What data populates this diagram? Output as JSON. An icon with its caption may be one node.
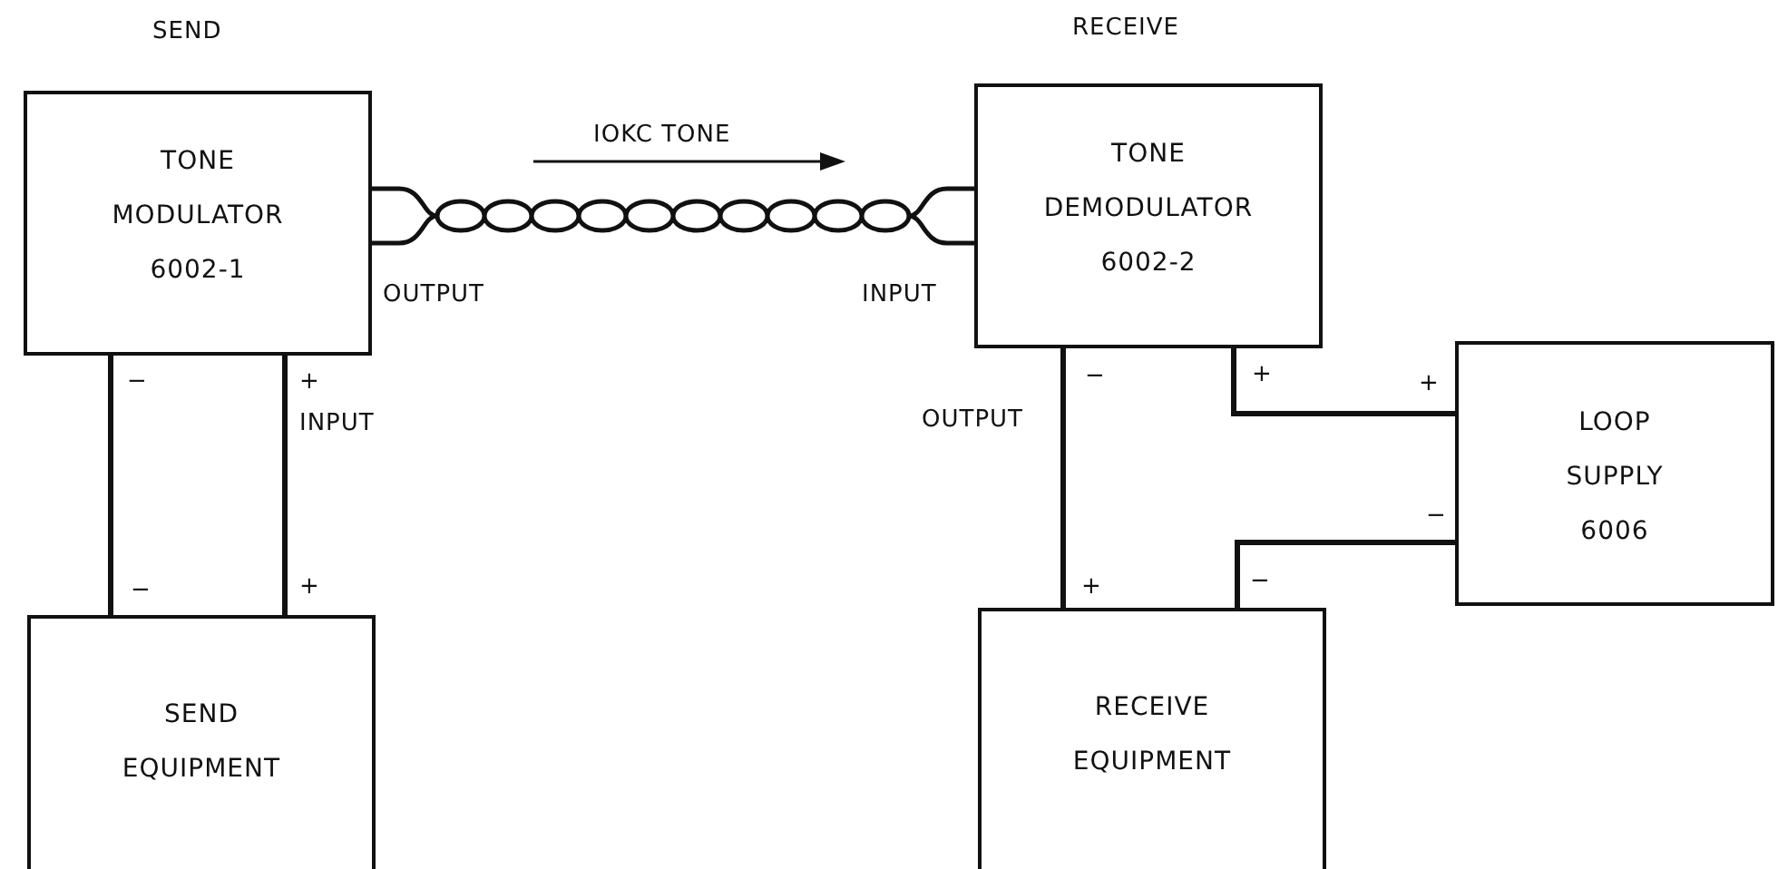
{
  "diagram": {
    "nodes": [
      {
        "text": [
          "TONE MODULATOR 6002-1"
        ]
      },
      {
        "text": [
          "TONE DEMODULATOR 6002-2"
        ]
      },
      {
        "text": [
          "LOOP SUPPLY 6006"
        ]
      },
      {
        "text": [
          "SEND EQUIPMENT"
        ]
      },
      {
        "text": [
          "RECEIVE EQUIPMENT"
        ]
      }
    ],
    "edges": [
      {
        "from": 0,
        "to": 1,
        "arrow": "none"
      },
      {
        "from": 0,
        "to": 3,
        "arrow": "none"
      },
      {
        "from": 0,
        "to": 3,
        "arrow": "none"
      },
      {
        "from": 1,
        "to": 4,
        "arrow": "none"
      },
      {
        "from": 1,
        "to": 2,
        "arrow": "none"
      },
      {
        "from": 2,
        "to": 4,
        "arrow": "none"
      }
    ],
    "labels": [
      "SEND",
      "RECEIVE",
      "IOKC TONE",
      "OUTPUT",
      "INPUT",
      "−",
      "+",
      "−",
      "+",
      "+",
      "INPUT",
      "OUTPUT",
      "−",
      "−",
      "+",
      "+",
      "−"
    ]
  }
}
